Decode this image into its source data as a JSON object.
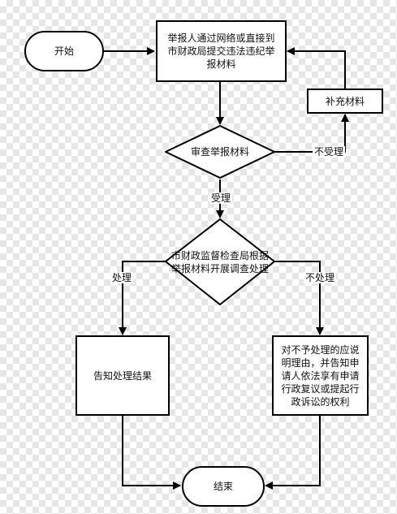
{
  "nodes": {
    "start": "开始",
    "submit": "举报人通过网络或直接到市财政局提交违法违纪举报材料",
    "supplement": "补充材料",
    "review": "审查举报材料",
    "investigate": "市财政监督检查局根据举报材料开展调查处理",
    "notify": "告知处理结果",
    "explain": "对不予处理的应说明理由，并告知申请人依法享有申请行政复议或提起行政诉讼的权利",
    "end": "结束"
  },
  "edges": {
    "not_accepted": "不受理",
    "accepted": "受理",
    "handle": "处理",
    "not_handle": "不处理"
  }
}
